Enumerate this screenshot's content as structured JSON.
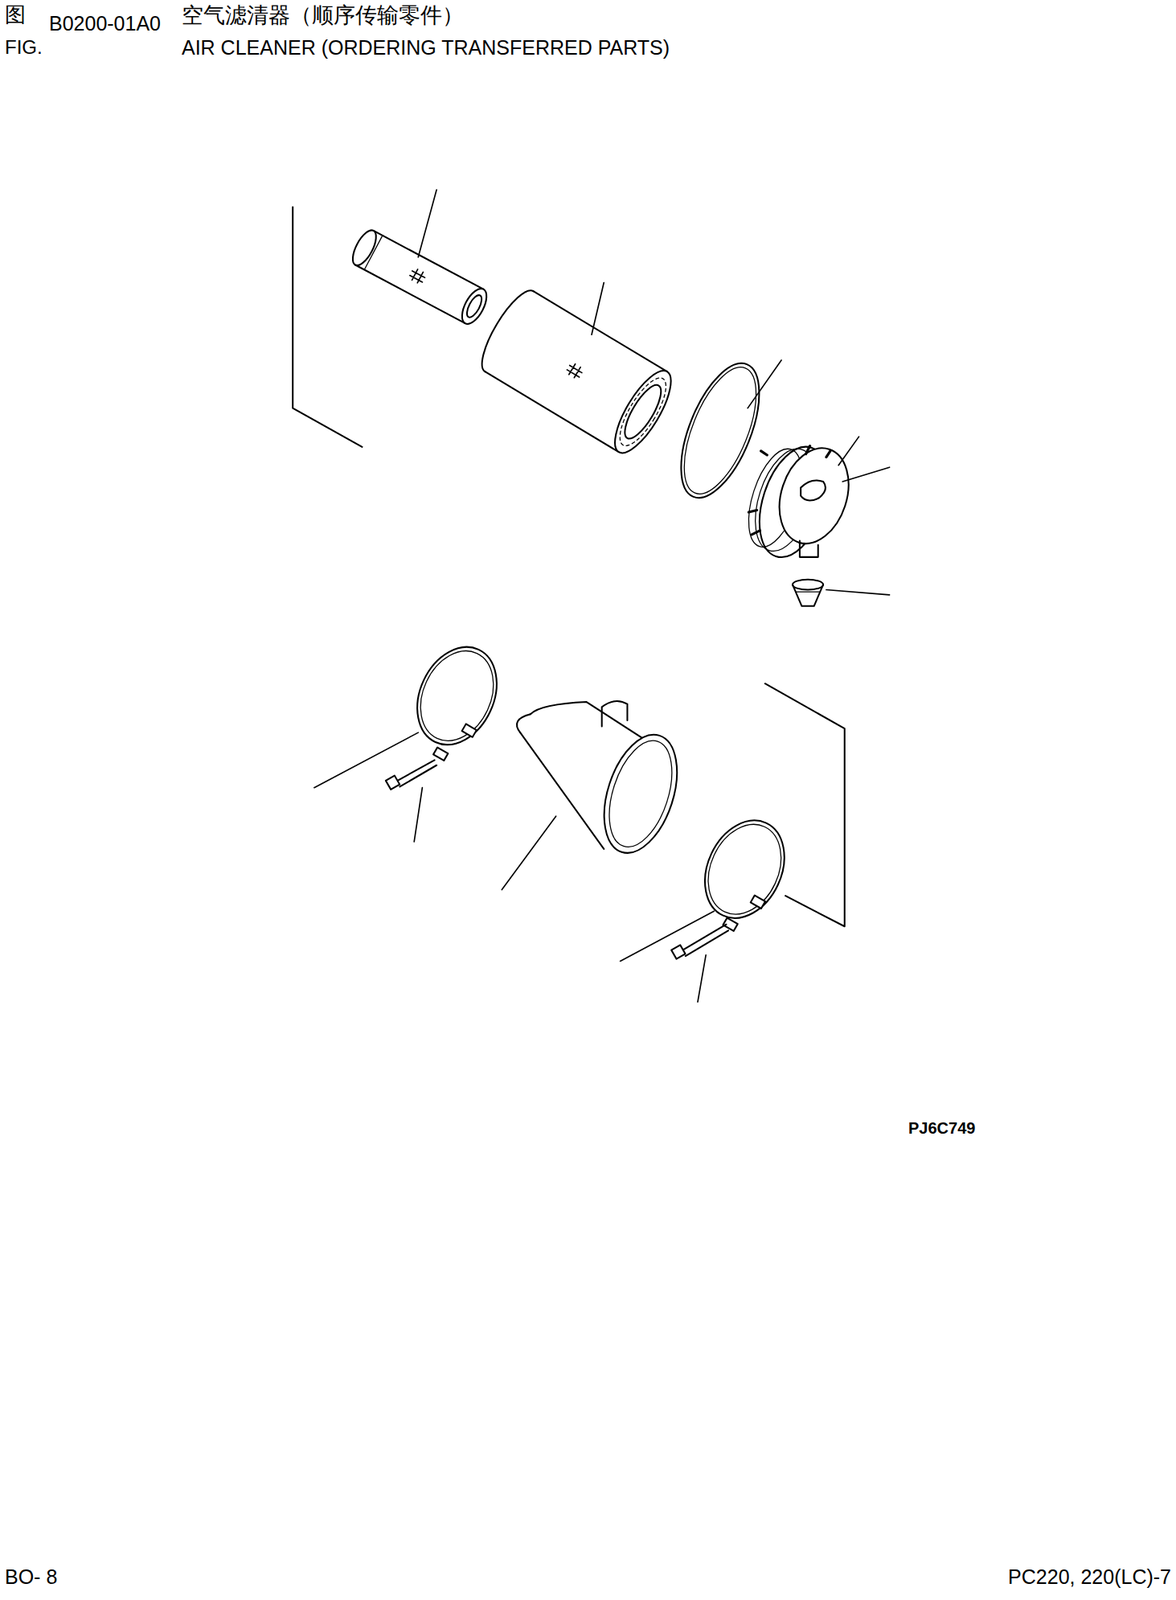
{
  "diagram": {
    "title": "AIR CLEANER (ORDERING TRANSFERRED PARTS)",
    "labels": [
      "图",
      "B0200-01A0",
      "空气滤清器（顺序传输零件）",
      "FIG.",
      "PJ6C749",
      "BO- 8",
      "PC220, 220(LC)-7"
    ]
  }
}
